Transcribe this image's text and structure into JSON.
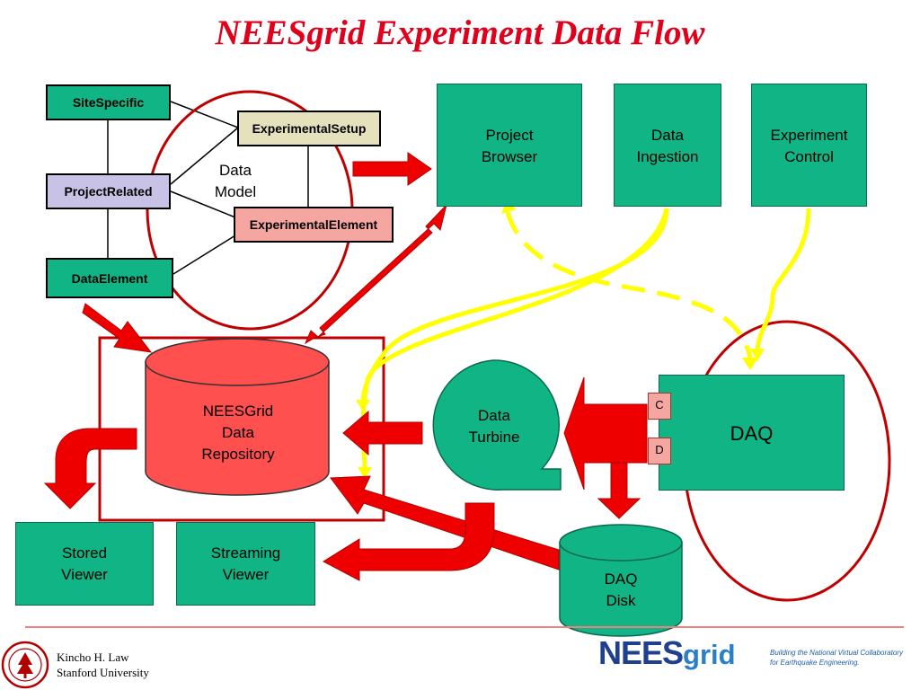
{
  "title": "NEESgrid Experiment Data Flow",
  "data_model": {
    "label": "Data\nModel",
    "site_specific": "SiteSpecific",
    "experimental_setup": "ExperimentalSetup",
    "project_related": "ProjectRelated",
    "experimental_element": "ExperimentalElement",
    "data_element": "DataElement"
  },
  "boxes": {
    "project_browser": "Project\nBrowser",
    "data_ingestion": "Data\nIngestion",
    "experiment_control": "Experiment\nControl",
    "repository": "NEESGrid\nData\nRepository",
    "data_turbine": "Data\nTurbine",
    "daq": "DAQ",
    "daq_c": "C",
    "daq_d": "D",
    "daq_disk": "DAQ\nDisk",
    "stored_viewer": "Stored\nViewer",
    "streaming_viewer": "Streaming\nViewer"
  },
  "footer": {
    "author": "Kincho H. Law",
    "affiliation": "Stanford University",
    "logo_text_nees": "NEES",
    "logo_text_grid": "grid",
    "tagline_1": "Building the National Virtual Collaboratory",
    "tagline_2": "for Earthquake Engineering."
  },
  "colors": {
    "title_red": "#e0001b",
    "teal": "#11b585",
    "arrow_red": "#ee0000",
    "flow_yellow": "#ffff00",
    "circle_red": "#c00000"
  }
}
